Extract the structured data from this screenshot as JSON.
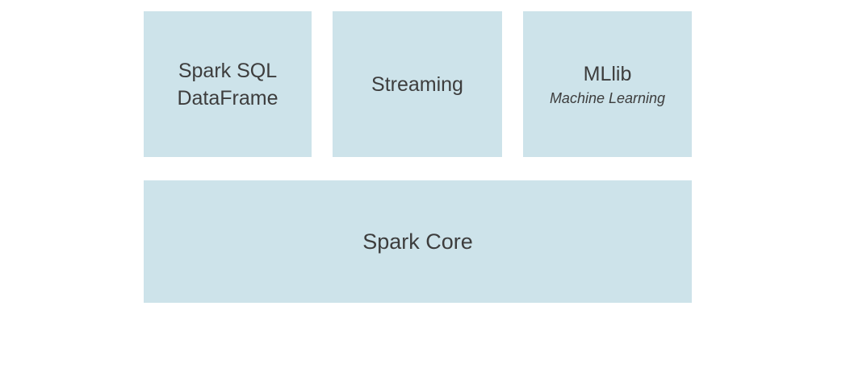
{
  "diagram": {
    "background_color": "#ffffff",
    "box_fill_color": "#cde3ea",
    "text_color": "#3d3d3d",
    "top_boxes": [
      {
        "title": "Spark SQL\nDataFrame",
        "subtitle": ""
      },
      {
        "title": "Streaming",
        "subtitle": ""
      },
      {
        "title": "MLlib",
        "subtitle": "Machine Learning"
      }
    ],
    "bottom_box": {
      "title": "Spark Core",
      "subtitle": ""
    }
  }
}
